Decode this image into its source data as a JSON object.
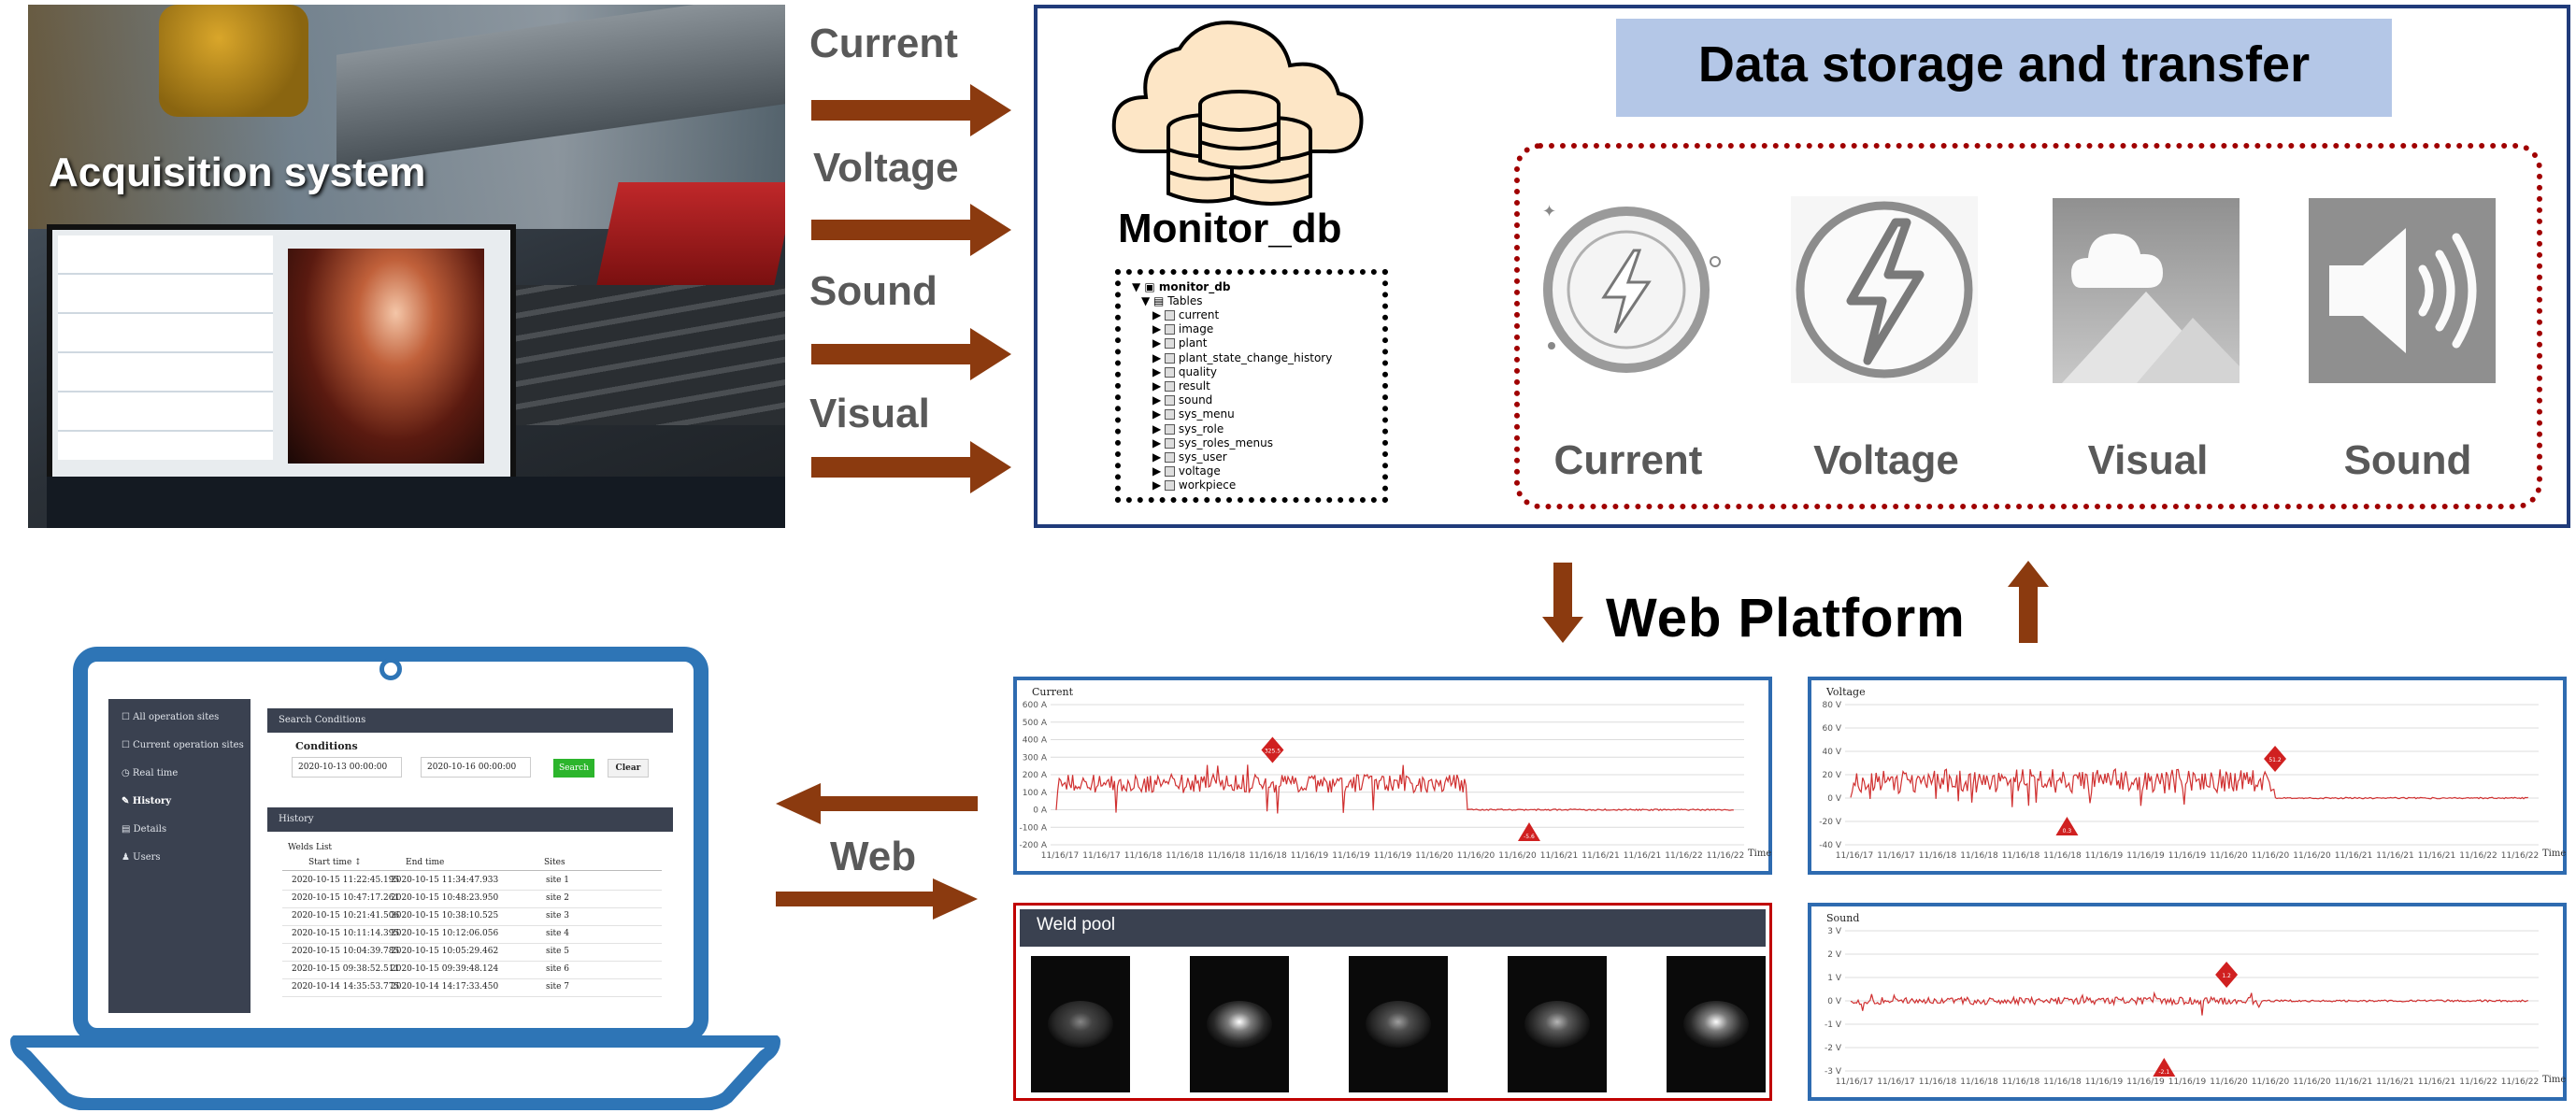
{
  "acquisition": {
    "label": "Acquisition system"
  },
  "signals": [
    "Current",
    "Voltage",
    "Sound",
    "Visual"
  ],
  "storage": {
    "title": "Data storage and transfer",
    "db_name": "Monitor_db",
    "tree": {
      "root": "monitor_db",
      "folder": "Tables",
      "tables": [
        "current",
        "image",
        "plant",
        "plant_state_change_history",
        "quality",
        "result",
        "sound",
        "sys_menu",
        "sys_role",
        "sys_roles_menus",
        "sys_user",
        "voltage",
        "workpiece"
      ]
    },
    "data_types": [
      {
        "label": "Current",
        "icon": "current-icon"
      },
      {
        "label": "Voltage",
        "icon": "voltage-icon"
      },
      {
        "label": "Visual",
        "icon": "visual-icon"
      },
      {
        "label": "Sound",
        "icon": "sound-icon"
      }
    ]
  },
  "web_platform": {
    "label": "Web Platform"
  },
  "web_label": "Web",
  "colors": {
    "arrow": "#8b3a0f",
    "storage_border": "#203b7a",
    "title_bg": "#b4c7e7",
    "dotted_red": "#a00000",
    "panel_border": "#2e6bb0",
    "weld_border": "#c00000",
    "signal_line": "#d03030",
    "laptop_blue": "#2e75b6",
    "sidebar": "#3a4150",
    "search_green": "#2cb52c"
  },
  "charts": {
    "current": {
      "title": "Current",
      "yticks": [
        "600 A",
        "500 A",
        "400 A",
        "300 A",
        "200 A",
        "100 A",
        "0 A",
        "-100 A",
        "-200 A"
      ],
      "xticks": [
        "11/16/17",
        "11/16/17",
        "11/16/18",
        "11/16/18",
        "11/16/18",
        "11/16/18",
        "11/16/19",
        "11/16/19",
        "11/16/19",
        "11/16/20",
        "11/16/20",
        "11/16/20",
        "11/16/21",
        "11/16/21",
        "11/16/21",
        "11/16/22",
        "11/16/22"
      ],
      "xlabel": "Time",
      "max_label": "325.5",
      "min_label": "-5.6"
    },
    "voltage": {
      "title": "Voltage",
      "yticks": [
        "80 V",
        "60 V",
        "40 V",
        "20 V",
        "0 V",
        "-20 V",
        "-40 V"
      ],
      "xticks": [
        "11/16/17",
        "11/16/17",
        "11/16/18",
        "11/16/18",
        "11/16/18",
        "11/16/18",
        "11/16/19",
        "11/16/19",
        "11/16/19",
        "11/16/20",
        "11/16/20",
        "11/16/20",
        "11/16/21",
        "11/16/21",
        "11/16/21",
        "11/16/22",
        "11/16/22"
      ],
      "xlabel": "Time",
      "max_label": "51.2",
      "min_label": "0.3"
    },
    "sound": {
      "title": "Sound",
      "yticks": [
        "3 V",
        "2 V",
        "1 V",
        "0 V",
        "-1 V",
        "-2 V",
        "-3 V"
      ],
      "xticks": [
        "11/16/17",
        "11/16/17",
        "11/16/18",
        "11/16/18",
        "11/16/18",
        "11/16/18",
        "11/16/19",
        "11/16/19",
        "11/16/19",
        "11/16/20",
        "11/16/20",
        "11/16/20",
        "11/16/21",
        "11/16/21",
        "11/16/21",
        "11/16/22",
        "11/16/22"
      ],
      "xlabel": "Time",
      "max_label": "1.2",
      "min_label": "-2.1"
    },
    "weld_pool": {
      "title": "Weld pool",
      "frames": 5
    }
  },
  "laptop": {
    "sidebar": [
      "All operation sites",
      "Current operation sites",
      "Real time",
      "History",
      "Details",
      "Users"
    ],
    "search_header": "Search Conditions",
    "conditions_label": "Conditions",
    "start_input": "2020-10-13 00:00:00",
    "end_input": "2020-10-16 00:00:00",
    "search_button": "Search",
    "clear_button": "Clear",
    "history_header": "History",
    "list_title": "Welds List",
    "columns": [
      "Start time",
      "End time",
      "Sites"
    ],
    "rows": [
      [
        "2020-10-15 11:22:45.195",
        "2020-10-15 11:34:47.933",
        "site 1"
      ],
      [
        "2020-10-15 10:47:17.261",
        "2020-10-15 10:48:23.950",
        "site 2"
      ],
      [
        "2020-10-15 10:21:41.506",
        "2020-10-15 10:38:10.525",
        "site 3"
      ],
      [
        "2020-10-15 10:11:14.395",
        "2020-10-15 10:12:06.056",
        "site 4"
      ],
      [
        "2020-10-15 10:04:39.785",
        "2020-10-15 10:05:29.462",
        "site 5"
      ],
      [
        "2020-10-15 09:38:52.511",
        "2020-10-15 09:39:48.124",
        "site 6"
      ],
      [
        "2020-10-14 14:35:53.775",
        "2020-10-14 14:17:33.450",
        "site 7"
      ]
    ]
  }
}
